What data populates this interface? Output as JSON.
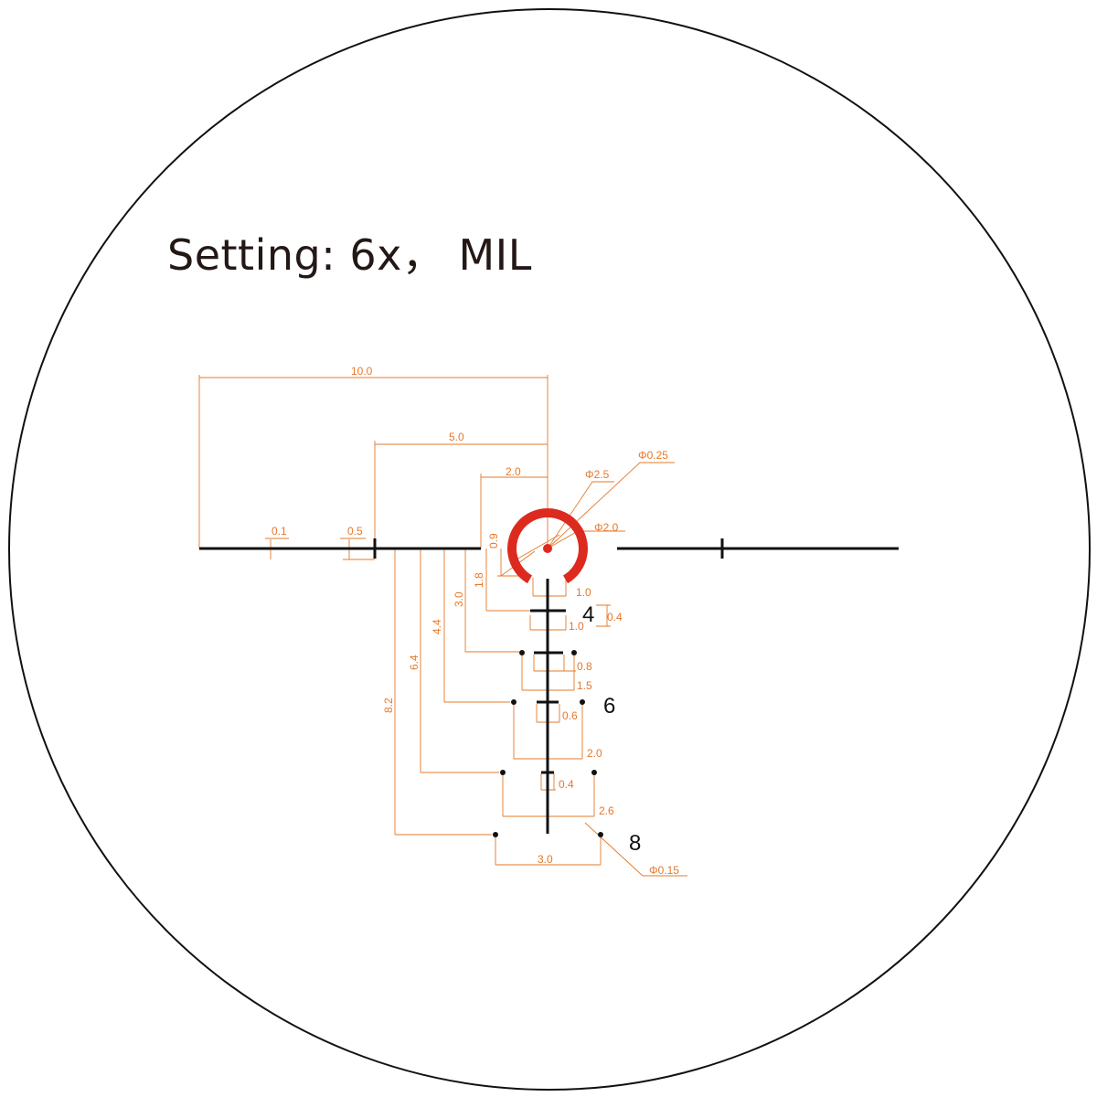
{
  "title": "Setting: 6x， MIL",
  "colors": {
    "reticle": "#111111",
    "dimension": "#e6782a",
    "dot_ring": "#dd2a1f",
    "outer_circle": "#111111"
  },
  "reticle_numbers": {
    "n4": "4",
    "n6": "6",
    "n8": "8"
  },
  "dimensions": {
    "d10": "10.0",
    "d5": "5.0",
    "d2": "2.0",
    "phi025": "Φ0.25",
    "phi25": "Φ2.5",
    "phi20": "Φ2.0",
    "d01": "0.1",
    "d05": "0.5",
    "d09": "0.9",
    "d18": "1.8",
    "d30v": "3.0",
    "d44": "4.4",
    "d64": "6.4",
    "d82": "8.2",
    "d10a": "1.0",
    "d04a": "0.4",
    "d10b": "1.0",
    "d08": "0.8",
    "d15": "1.5",
    "d06": "0.6",
    "d20": "2.0",
    "d04b": "0.4",
    "d26": "2.6",
    "d30h": "3.0",
    "phi015": "Φ0.15"
  }
}
